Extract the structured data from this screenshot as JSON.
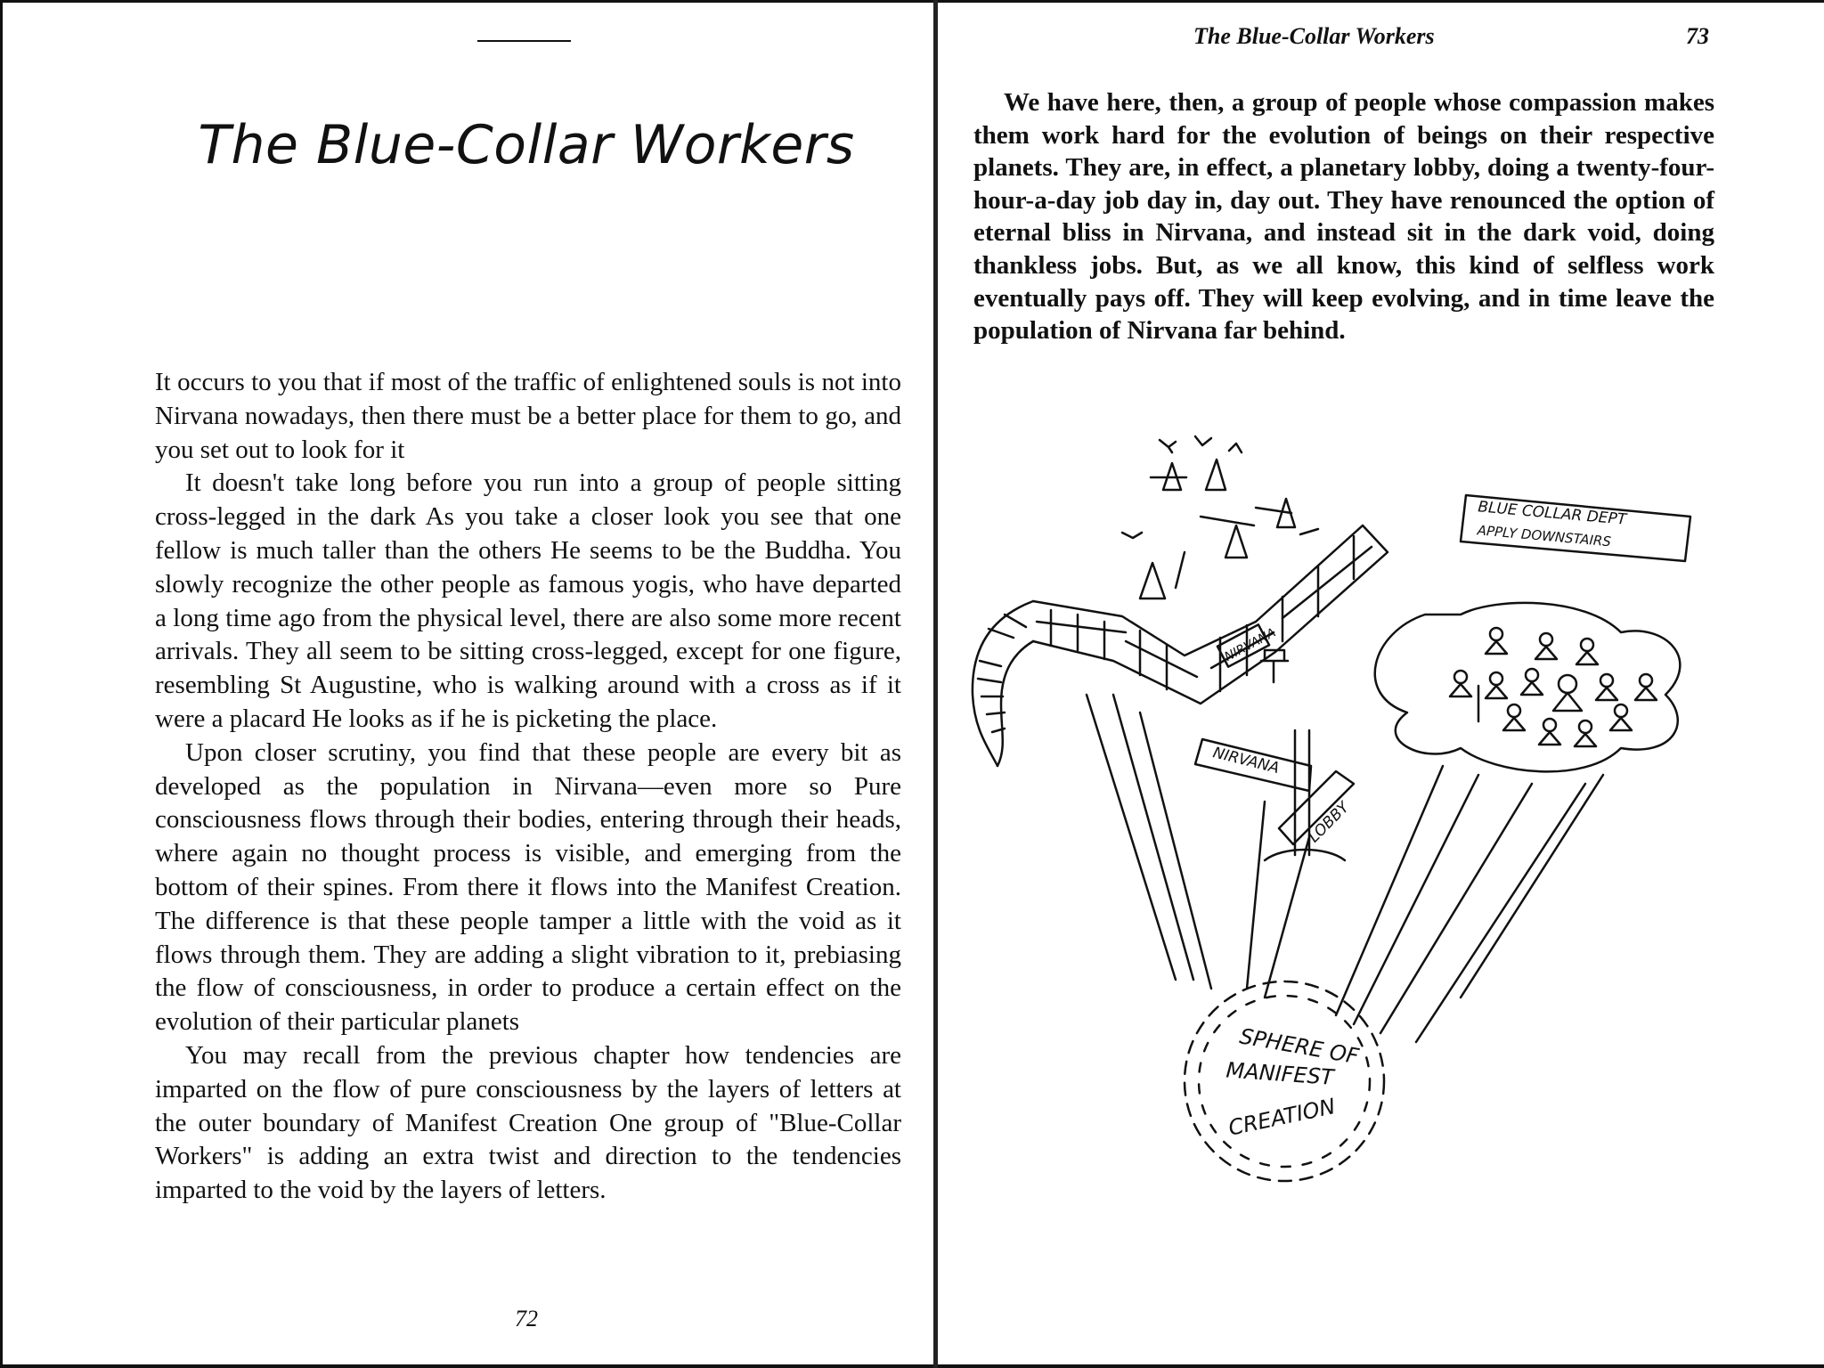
{
  "left_page": {
    "chapter_title": "The Blue-Collar Workers",
    "paragraphs": [
      "It occurs to you that if most of the traffic of enlightened souls is not into Nirvana nowadays, then there must be a better place for them to go, and you set out to look for it",
      "It doesn't take long before you run into a group of people sitting cross-legged in the dark As you take a closer look you see that one fellow is much taller than the others He seems to be the Buddha. You slowly recognize the other people as famous yogis, who have departed a long time ago from the physical level, there are also some more recent arrivals. They all seem to be sitting cross-legged, except for one figure, resembling St Augustine, who is walking around with a cross as if it were a placard He looks as if he is picketing the place.",
      "Upon closer scrutiny, you find that these people are every bit as developed as the population in Nirvana—even more so Pure consciousness flows through their bodies, entering through their heads, where again no thought process is visible, and emerging from the bottom of their spines. From there it flows into the Manifest Creation. The difference is that these people tamper a little with the void as it flows through them. They are adding a slight vibration to it, prebiasing the flow of consciousness, in order to produce a certain effect on the evolution of their particular planets",
      "You may recall from the previous chapter how tendencies are imparted on the flow of pure consciousness by the layers of letters at the outer boundary of Manifest Creation One group of \"Blue-Collar Workers\" is adding an extra twist and direction to the tendencies imparted to the void by the layers of letters."
    ],
    "page_number": "72"
  },
  "right_page": {
    "running_head": "The Blue-Collar Workers",
    "page_number": "73",
    "paragraph": "We have here, then, a group of people whose compassion makes them work hard for the evolution of beings on their respective planets. They are, in effect, a planetary lobby, doing a twenty-four-hour-a-day job day in, day out. They have renounced the option of eternal bliss in Nirvana, and instead sit in the dark void, doing thankless jobs. But, as we all know, this kind of selfless work eventually pays off. They will keep evolving, and in time leave the population of Nirvana far behind.",
    "illustration": {
      "banner_line1": "BLUE COLLAR DEPT",
      "banner_line2": "APPLY DOWNSTAIRS",
      "wall_sign": "NIRVANA",
      "signpost_left": "NIRVANA",
      "signpost_right": "LOBBY",
      "sphere_word1": "SPHERE OF",
      "sphere_word2": "MANIFEST",
      "sphere_word3": "CREATION"
    }
  }
}
